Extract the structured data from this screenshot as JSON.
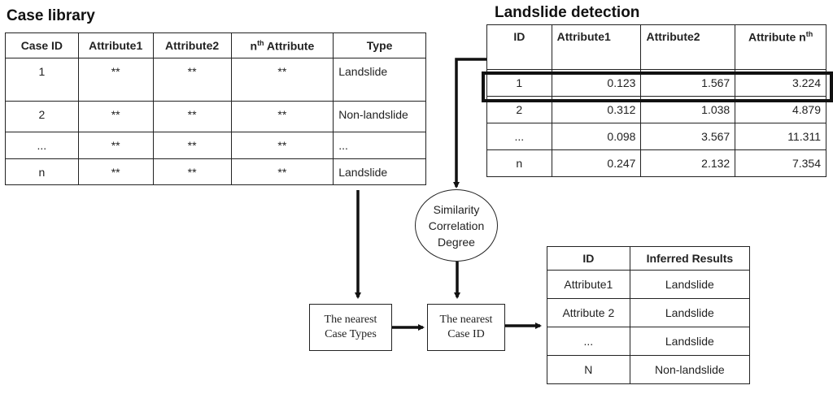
{
  "case_library": {
    "title": "Case library",
    "headers": {
      "id": "Case ID",
      "a1": "Attribute1",
      "a2": "Attribute2",
      "an_base": "n",
      "an_sup": "th",
      "an_rest": " Attribute",
      "type": "Type"
    },
    "rows": [
      {
        "id": "1",
        "a1": "**",
        "a2": "**",
        "an": "**",
        "type": "Landslide"
      },
      {
        "id": "2",
        "a1": "**",
        "a2": "**",
        "an": "**",
        "type": "Non-landslide"
      },
      {
        "id": "...",
        "a1": "**",
        "a2": "**",
        "an": "**",
        "type": "..."
      },
      {
        "id": "n",
        "a1": "**",
        "a2": "**",
        "an": "**",
        "type": "Landslide"
      }
    ]
  },
  "landslide_detection": {
    "title": "Landslide detection",
    "headers": {
      "id": "ID",
      "a1": "Attribute1",
      "a2": "Attribute2",
      "an_base": "Attribute n",
      "an_sup": "th"
    },
    "rows": [
      {
        "id": "1",
        "a1": "0.123",
        "a2": "1.567",
        "an": "3.224"
      },
      {
        "id": "2",
        "a1": "0.312",
        "a2": "1.038",
        "an": "4.879"
      },
      {
        "id": "...",
        "a1": "0.098",
        "a2": "3.567",
        "an": "11.311"
      },
      {
        "id": "n",
        "a1": "0.247",
        "a2": "2.132",
        "an": "7.354"
      }
    ]
  },
  "similarity": {
    "line1": "Similarity",
    "line2": "Correlation",
    "line3": "Degree"
  },
  "nearest_types": {
    "line1": "The nearest",
    "line2": "Case Types"
  },
  "nearest_id": {
    "line1": "The nearest",
    "line2": "Case ID"
  },
  "inferred": {
    "headers": {
      "id": "ID",
      "result": "Inferred Results"
    },
    "rows": [
      {
        "id": "Attribute1",
        "result": "Landslide"
      },
      {
        "id": "Attribute 2",
        "result": "Landslide"
      },
      {
        "id": "...",
        "result": "Landslide"
      },
      {
        "id": "N",
        "result": "Non-landslide"
      }
    ]
  }
}
